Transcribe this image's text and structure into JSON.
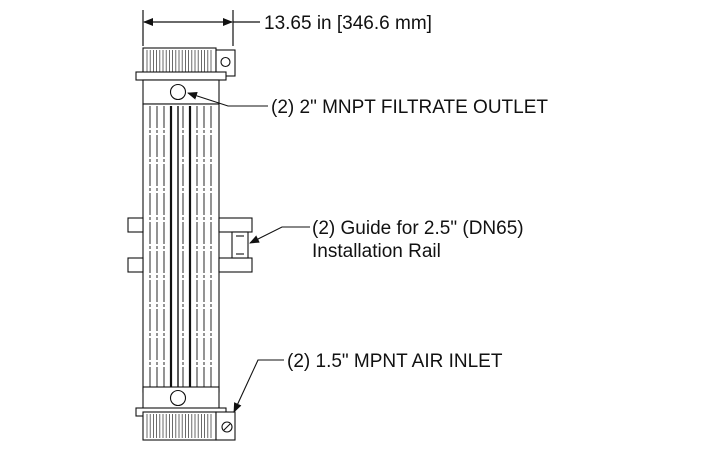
{
  "dimension": {
    "width_label": "13.65 in [346.6 mm]"
  },
  "callouts": {
    "filtrate_outlet": "(2) 2\" MNPT FILTRATE OUTLET",
    "guide_line1": "(2) Guide for 2.5\" (DN65)",
    "guide_line2": "Installation Rail",
    "air_inlet": "(2) 1.5\" MPNT AIR INLET"
  },
  "colors": {
    "ink": "#111111",
    "background": "#ffffff"
  }
}
